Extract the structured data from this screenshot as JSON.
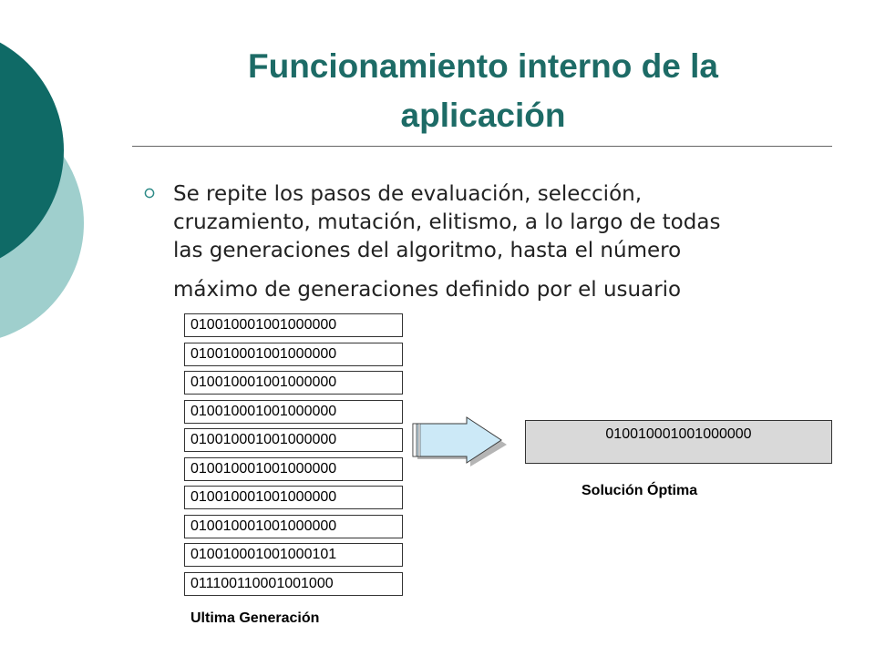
{
  "slide": {
    "title_lines": [
      "Funcionamiento interno de la",
      "aplicación"
    ],
    "bullet_lines": [
      "Se repite los pasos de evaluación, selección,",
      "cruzamiento, mutación, elitismo, a lo largo de todas",
      "las generaciones del algoritmo, hasta el número",
      "máximo de generaciones definido por el usuario"
    ],
    "generation_rows": [
      "010010001001000000",
      "010010001001000000",
      "010010001001000000",
      "010010001001000000",
      "010010001001000000",
      "010010001001000000",
      "010010001001000000",
      "010010001001000000",
      "010010001001000101",
      "011100110001001000"
    ],
    "generation_caption": "Ultima Generación",
    "optimal_value": "010010001001000000",
    "optimal_caption": "Solución Óptima"
  },
  "colors": {
    "title": "#1d6b66",
    "deco_dark": "#0f6a66",
    "deco_light": "#9fcfcd",
    "result_fill": "#d9d9d9",
    "arrow_fill": "#cce9f7"
  }
}
